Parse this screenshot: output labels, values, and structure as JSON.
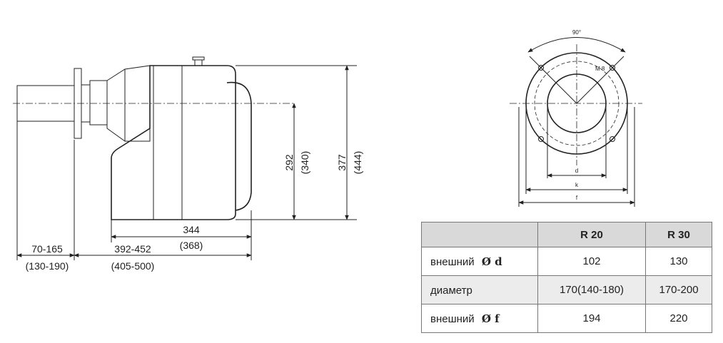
{
  "side_view": {
    "dim_292": "292",
    "dim_340": "(340)",
    "dim_377": "377",
    "dim_444": "(444)",
    "dim_344": "344",
    "dim_368": "(368)",
    "dim_70_165": "70-165",
    "dim_130_190": "(130-190)",
    "dim_392_452": "392-452",
    "dim_405_500": "(405-500)"
  },
  "flange_view": {
    "angle": "90°",
    "bolt": "M 8",
    "d": "d",
    "k": "k",
    "f": "f"
  },
  "table": {
    "headers": [
      "",
      "R 20",
      "R 30"
    ],
    "rows": [
      {
        "label": "внешний",
        "symbol": "Ø d",
        "r20": "102",
        "r30": "130"
      },
      {
        "label": "диаметр",
        "symbol": "",
        "r20": "170(140-180)",
        "r30": "170-200"
      },
      {
        "label": "внешний",
        "symbol": "Ø f",
        "r20": "194",
        "r30": "220"
      }
    ]
  }
}
